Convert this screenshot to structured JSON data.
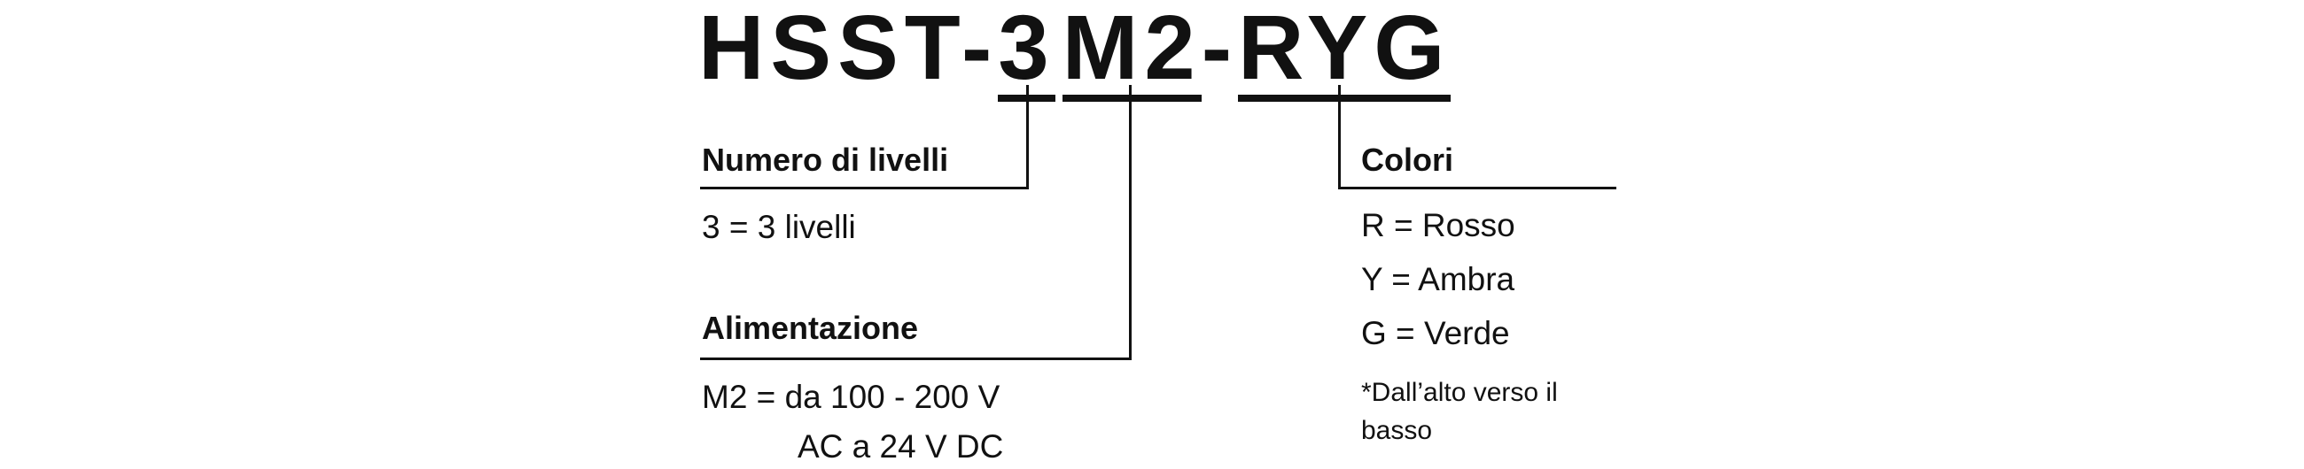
{
  "part_number": {
    "prefix": "HSST-",
    "levels_code": "3",
    "power_code": "M2",
    "separator": "-",
    "colors_code": "RYG"
  },
  "levels": {
    "heading": "Numero di livelli",
    "value": "3 = 3 livelli"
  },
  "power": {
    "heading": "Alimentazione",
    "value_line1": "M2 = da 100 - 200 V",
    "value_line2": "AC a 24 V DC"
  },
  "colors": {
    "heading": "Colori",
    "items": [
      "R = Rosso",
      "Y = Ambra",
      "G = Verde"
    ],
    "note": "*Dall’alto verso il basso"
  }
}
